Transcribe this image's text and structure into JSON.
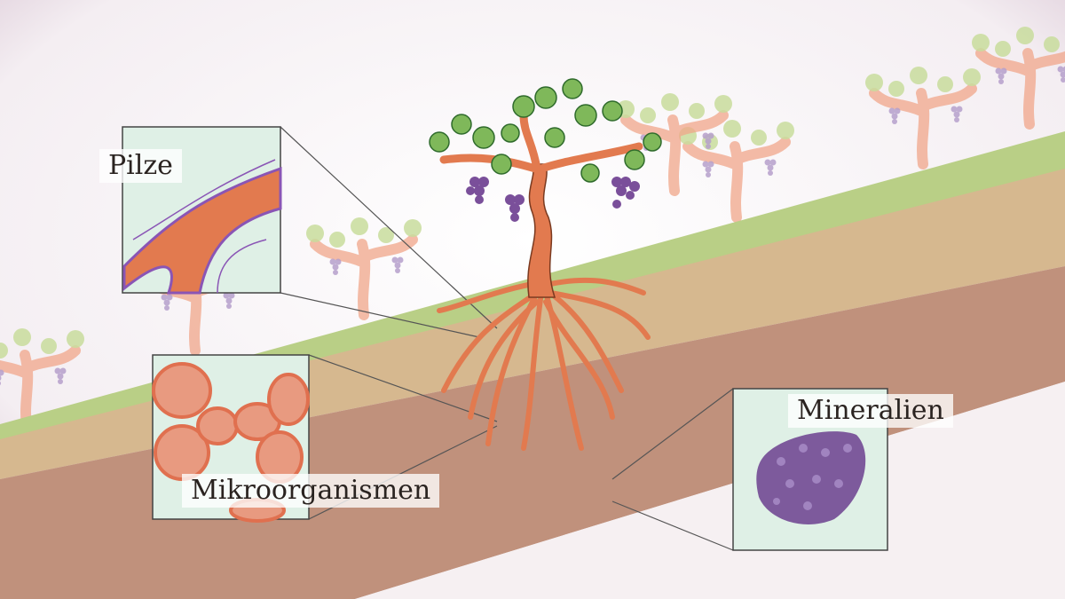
{
  "labels": {
    "fungi": "Pilze",
    "microorganisms": "Mikroorganismen",
    "minerals": "Mineralien"
  },
  "colors": {
    "grass": "#b9cf86",
    "topsoil": "#d6b88f",
    "subsoil": "#c0917c",
    "vine": "#e27a4f",
    "leaf": "#7fb85a",
    "grape": "#7a4f9a",
    "inset_bg": "#dff0e6",
    "fungi_thread": "#8a55b5",
    "mineral": "#7d5a9c"
  }
}
